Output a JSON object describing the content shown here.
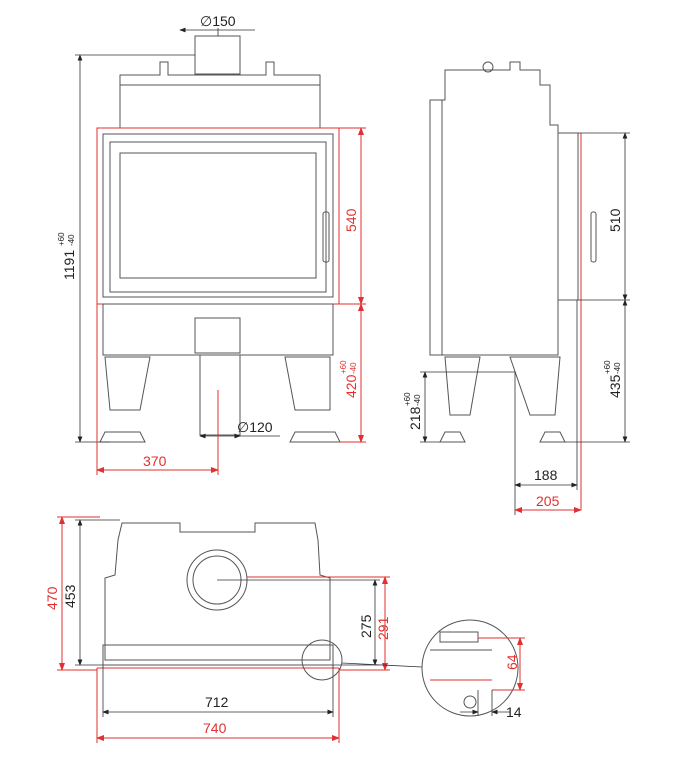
{
  "colors": {
    "outline": "#555555",
    "dimension_black": "#222222",
    "dimension_red": "#e03030"
  },
  "front_view": {
    "flue_top": "∅150",
    "flue_bottom": "∅120",
    "total_height": "1191",
    "total_height_tol_plus": "+60",
    "total_height_tol_minus": "-40",
    "door_height": "540",
    "leg_height": "420",
    "leg_height_tol_plus": "+60",
    "leg_height_tol_minus": "-40",
    "axis_offset": "370"
  },
  "side_view": {
    "door_height": "510",
    "leg_height": "435",
    "leg_height_tol_plus": "+60",
    "leg_height_tol_minus": "-40",
    "inlet_height": "218",
    "inlet_tol_plus": "+60",
    "inlet_tol_minus": "-40",
    "depth_inner": "188",
    "depth_outer": "205"
  },
  "top_view": {
    "depth": "453",
    "depth_outer": "470",
    "flue_axis": "275",
    "flue_axis_outer": "291",
    "width": "712",
    "width_outer": "740"
  },
  "detail": {
    "frame_height": "64",
    "frame_offset": "14"
  }
}
